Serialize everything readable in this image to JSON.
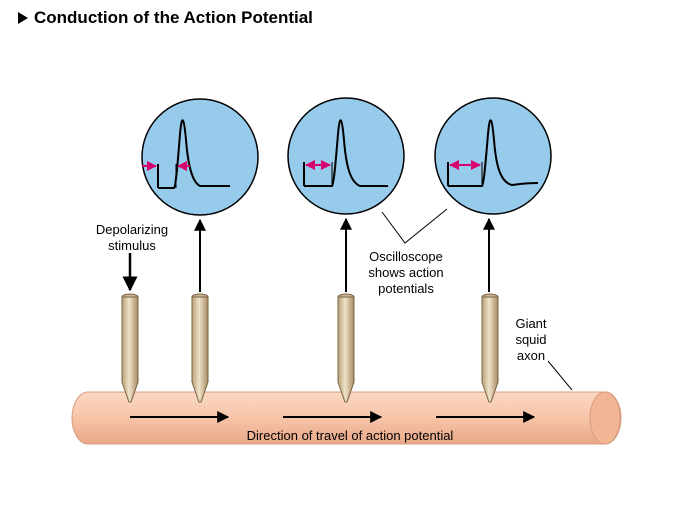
{
  "title": "Conduction of the Action Potential",
  "labels": {
    "stimulus_line1": "Depolarizing",
    "stimulus_line2": "stimulus",
    "osc_line1": "Oscilloscope",
    "osc_line2": "shows action",
    "osc_line3": "potentials",
    "axon_line1": "Giant",
    "axon_line2": "squid",
    "axon_line3": "axon",
    "direction": "Direction of travel of action potential"
  },
  "colors": {
    "screen": "#97cbeb",
    "axon": "#f7c4a8",
    "latency_arrow": "#d6006e",
    "electrode": "#d9c6a6"
  },
  "icons": {
    "title_marker": "right-triangle-icon"
  }
}
